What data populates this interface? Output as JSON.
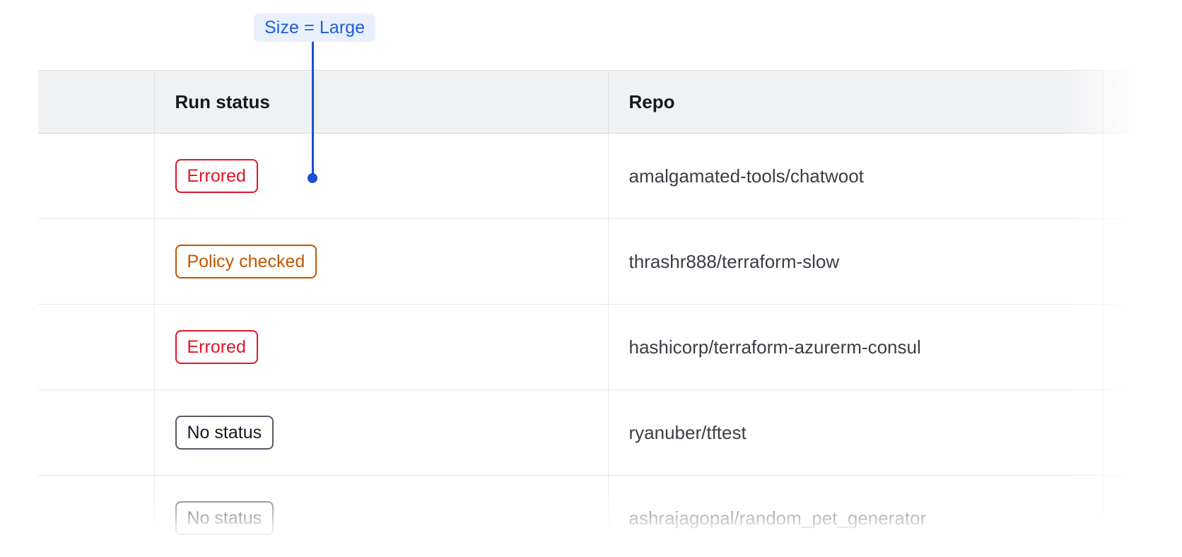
{
  "annotation": {
    "label": "Size = Large",
    "badge_bg": "#e9f0fd",
    "badge_text_color": "#1b5fd9",
    "connector_color": "#1b4fd4"
  },
  "table": {
    "columns": [
      {
        "key": "spacer",
        "label": ""
      },
      {
        "key": "run_status",
        "label": "Run status"
      },
      {
        "key": "repo",
        "label": "Repo"
      },
      {
        "key": "tail",
        "label": ""
      }
    ],
    "header_bg": "#f0f1f3",
    "rows": [
      {
        "status": "Errored",
        "status_variant": "errored",
        "repo": "amalgamated-tools/chatwoot"
      },
      {
        "status": "Policy checked",
        "status_variant": "policy",
        "repo": "thrashr888/terraform-slow"
      },
      {
        "status": "Errored",
        "status_variant": "errored",
        "repo": "hashicorp/terraform-azurerm-consul"
      },
      {
        "status": "No status",
        "status_variant": "none",
        "repo": "ryanuber/tftest"
      },
      {
        "status": "No status",
        "status_variant": "none",
        "repo": "ashrajagopal/random_pet_generator"
      }
    ],
    "status_colors": {
      "errored": "#e0162b",
      "policy": "#c05600",
      "none": "#565c66"
    }
  }
}
